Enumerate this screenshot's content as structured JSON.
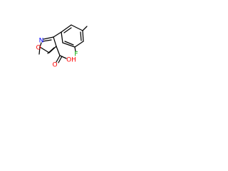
{
  "structure": {
    "atoms": {
      "fluorine": {
        "symbol": "F",
        "color": "#00aa00"
      },
      "ring_nitrogen": {
        "symbol": "N",
        "color": "#0000ff"
      },
      "ring_oxygen": {
        "symbol": "O",
        "color": "#ff0000"
      },
      "carbonyl_oxygen": {
        "symbol": "O",
        "color": "#ff0000"
      },
      "hydroxyl": {
        "symbol": "OH",
        "color": "#ff0000"
      }
    },
    "bond_color": "#000000"
  }
}
